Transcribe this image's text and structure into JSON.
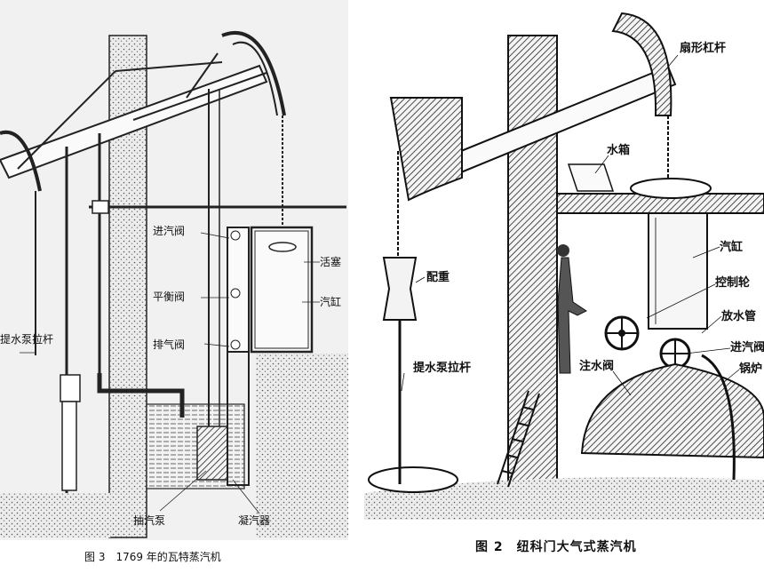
{
  "figure_left": {
    "caption": "图 3　1769 年的瓦特蒸汽机",
    "labels": {
      "intake_valve": "进汽阀",
      "piston": "活塞",
      "balance_valve": "平衡阀",
      "cylinder": "汽缸",
      "pump_rod": "提水泵拉杆",
      "exhaust_valve": "排气阀",
      "air_pump": "抽汽泵",
      "condenser": "凝汽器"
    }
  },
  "figure_right": {
    "caption": "图 2　纽科门大气式蒸汽机",
    "labels": {
      "sector_lever": "扇形杠杆",
      "water_tank": "水箱",
      "counterweight": "配重",
      "cylinder": "汽缸",
      "control_wheel": "控制轮",
      "drain_pipe": "放水管",
      "intake_valve": "进汽阀",
      "pump_rod": "提水泵拉杆",
      "injection_valve": "注水阀",
      "boiler": "锅炉"
    }
  }
}
